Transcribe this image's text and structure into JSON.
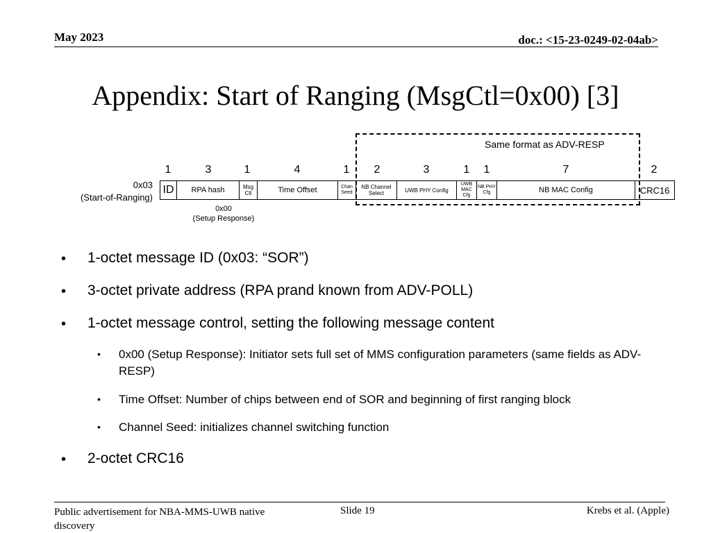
{
  "header": {
    "date": "May 2023",
    "doc": "doc.: <15-23-0249-02-04ab>"
  },
  "title": "Appendix: Start of Ranging (MsgCtl=0x00) [3]",
  "diagram": {
    "same_format": "Same format as ADV-RESP",
    "msg_id_label_line1": "0x03",
    "msg_id_label_line2": "(Start-of-Ranging)",
    "msgctl_note_line1": "0x00",
    "msgctl_note_line2": "(Setup Response)",
    "fields": [
      {
        "label": "ID",
        "octets": "1"
      },
      {
        "label": "RPA hash",
        "octets": "3"
      },
      {
        "label": "Msg Ctl",
        "octets": "1"
      },
      {
        "label": "Time Offset",
        "octets": "4"
      },
      {
        "label": "Chan Seed",
        "octets": "1"
      },
      {
        "label": "NB Channel Select",
        "octets": "2"
      },
      {
        "label": "UWB PHY Config",
        "octets": "3"
      },
      {
        "label": "UWB MAC Cfg",
        "octets": "1"
      },
      {
        "label": "NB PHY Cfg",
        "octets": "1"
      },
      {
        "label": "NB MAC Config",
        "octets": "7"
      },
      {
        "label": "CRC16",
        "octets": "2"
      }
    ]
  },
  "bullets": [
    "1-octet message ID (0x03: “SOR”)",
    "3-octet private address (RPA prand known from ADV-POLL)",
    "1-octet message control, setting the following message content"
  ],
  "sub_bullets": [
    "0x00 (Setup Response): Initiator sets full set of MMS configuration parameters (same fields as ADV-RESP)",
    "Time Offset: Number of chips between end of SOR and beginning of first ranging block",
    "Channel Seed: initializes channel switching function"
  ],
  "last_bullet": "2-octet CRC16",
  "footer": {
    "left": "Public advertisement for NBA-MMS-UWB native discovery",
    "center": "Slide 19",
    "right": "Krebs et al. (Apple)"
  }
}
